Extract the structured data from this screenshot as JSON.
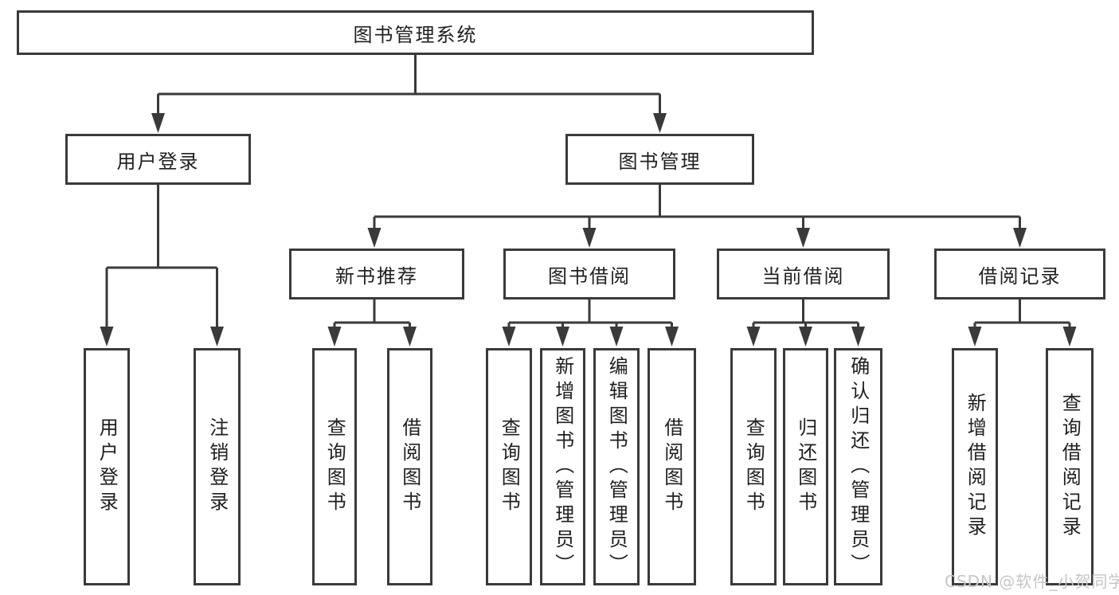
{
  "tree": {
    "root": {
      "label": "图书管理系统",
      "children": [
        {
          "label": "用户登录",
          "children": [
            {
              "label": "用户登录"
            },
            {
              "label": "注销登录"
            }
          ]
        },
        {
          "label": "图书管理",
          "children": [
            {
              "label": "新书推荐",
              "children": [
                {
                  "label": "查询图书"
                },
                {
                  "label": "借阅图书"
                }
              ]
            },
            {
              "label": "图书借阅",
              "children": [
                {
                  "label": "查询图书"
                },
                {
                  "label": "新增图书（管理员）"
                },
                {
                  "label": "编辑图书（管理员）"
                },
                {
                  "label": "借阅图书"
                }
              ]
            },
            {
              "label": "当前借阅",
              "children": [
                {
                  "label": "查询图书"
                },
                {
                  "label": "归还图书"
                },
                {
                  "label": "确认归还（管理员）"
                }
              ]
            },
            {
              "label": "借阅记录",
              "children": [
                {
                  "label": "新增借阅记录"
                },
                {
                  "label": "查询借阅记录"
                }
              ]
            }
          ]
        }
      ]
    }
  },
  "watermark": {
    "text": "CSDN @软件_小贺同学"
  },
  "colors": {
    "line": "#3a3a3a",
    "text": "#1f1f1f",
    "background": "#ffffff",
    "watermark": "#c6c6c6"
  }
}
